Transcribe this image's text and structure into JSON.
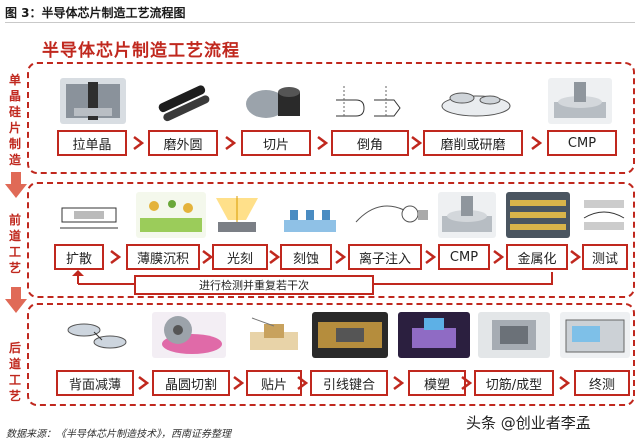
{
  "figure_title": "图 3：半导体芯片制造工艺流程图",
  "diagram_title": "半导体芯片制造工艺流程",
  "stages": [
    {
      "label_chars": [
        "单",
        "晶",
        "硅",
        "片",
        "制",
        "造"
      ],
      "steps": [
        "拉单晶",
        "磨外圆",
        "切片",
        "倒角",
        "磨削或研磨",
        "CMP"
      ]
    },
    {
      "label_chars": [
        "前",
        "道",
        "工",
        "艺"
      ],
      "steps": [
        "扩散",
        "薄膜沉积",
        "光刻",
        "刻蚀",
        "离子注入",
        "CMP",
        "金属化",
        "测试"
      ],
      "loop_label": "进行检测并重复若干次"
    },
    {
      "label_chars": [
        "后",
        "道",
        "工",
        "艺"
      ],
      "steps": [
        "背面减薄",
        "晶圆切割",
        "贴片",
        "引线键合",
        "模塑",
        "切筋/成型",
        "终测"
      ]
    }
  ],
  "source": "数据来源：《半导体芯片制造技术》，西南证券整理",
  "watermark": "头条 @创业者李孟",
  "colors": {
    "accent": "#c0281e",
    "arrow": "#e06a57"
  }
}
